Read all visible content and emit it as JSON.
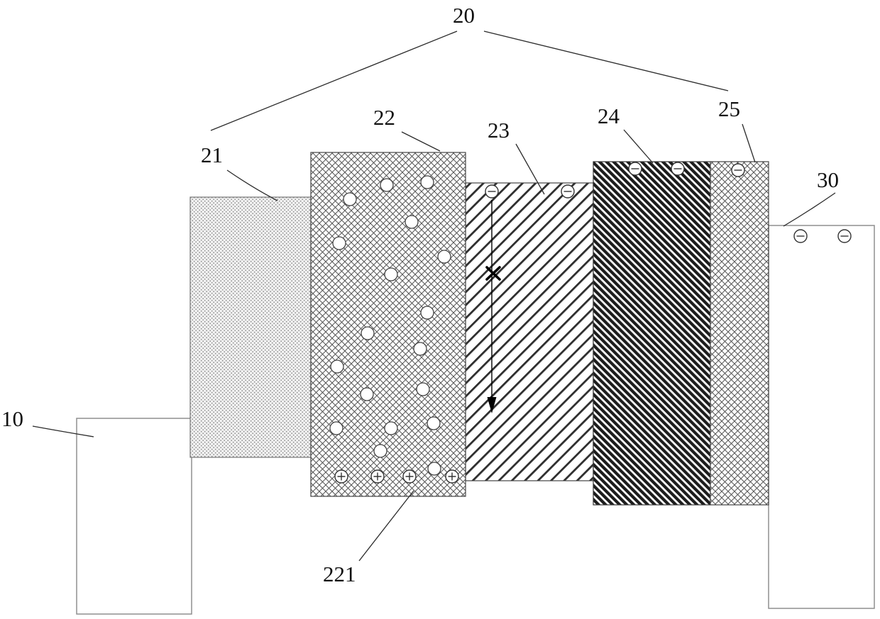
{
  "figure": {
    "title": "layered-structure-patent-figure",
    "labels": {
      "n10": "10",
      "n20": "20",
      "n21": "21",
      "n22": "22",
      "n23": "23",
      "n24": "24",
      "n25": "25",
      "n30": "30",
      "n221": "221"
    },
    "icons": {
      "negative_charge": "circle-minus-symbol",
      "positive_charge": "circle-plus-symbol",
      "particle": "open-circle",
      "blocked": "x-mark",
      "flow": "down-arrow"
    },
    "colors": {
      "line": "#2b2b2b",
      "hatch_mid": "#555555",
      "hatch_dark": "#1c1c1c",
      "dot_texture": "#8f8f8f",
      "background": "#ffffff"
    }
  }
}
